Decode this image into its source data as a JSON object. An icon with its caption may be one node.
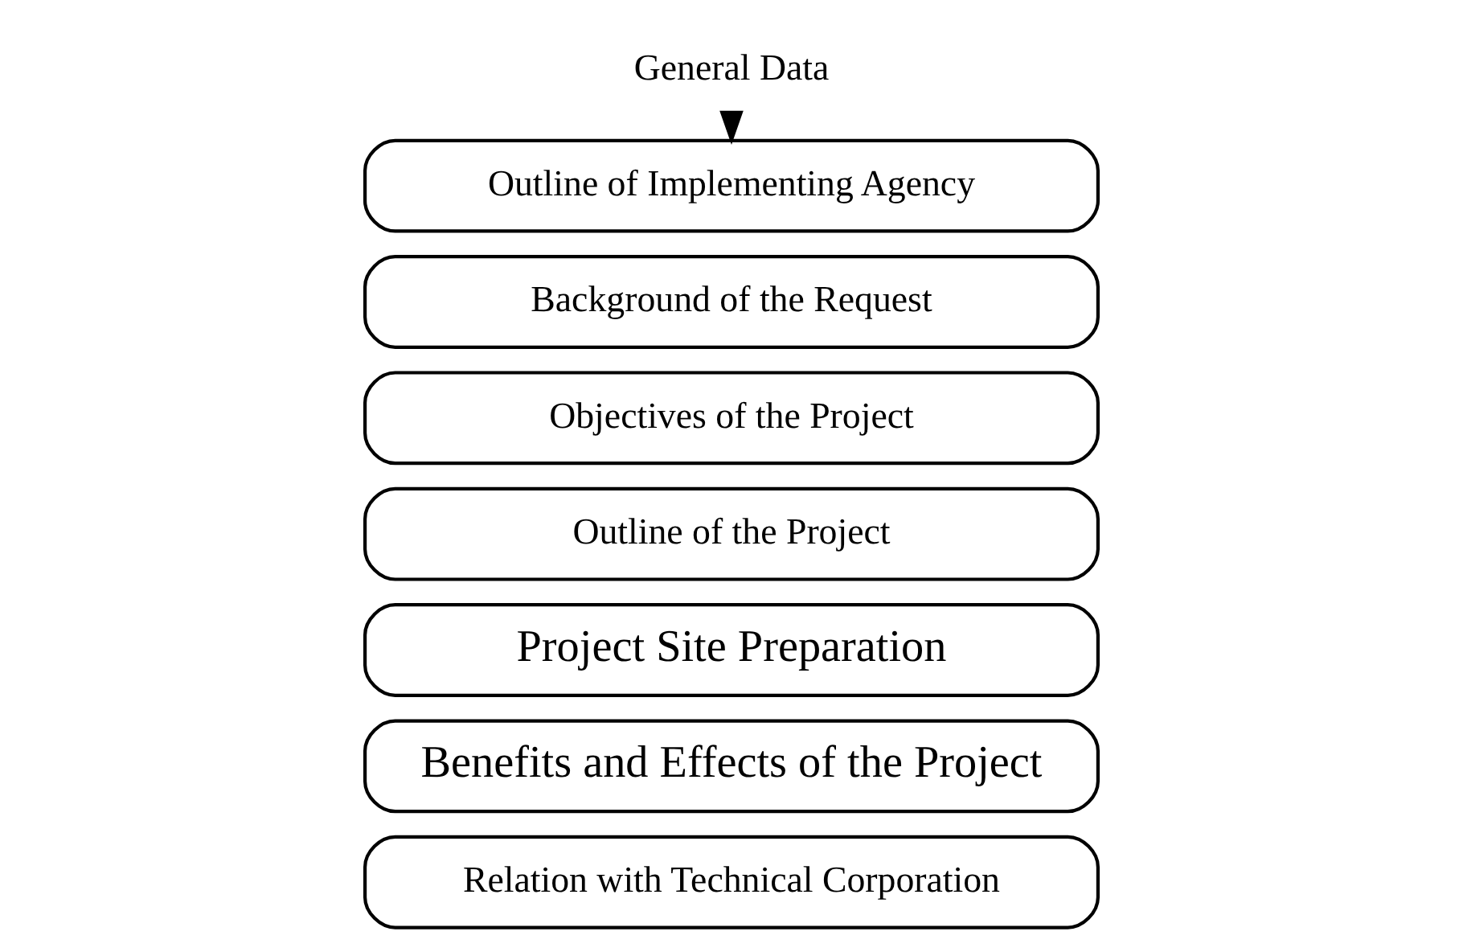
{
  "diagram": {
    "nodes": [
      {
        "text": [
          "General Data"
        ]
      },
      {
        "text": [
          "Outline of Implementing Agency"
        ]
      },
      {
        "text": [
          "Background of the Request"
        ]
      },
      {
        "text": [
          "Objectives of the Project"
        ]
      },
      {
        "text": [
          "Outline of the Project"
        ]
      },
      {
        "text": [
          "Project Site Preparation"
        ]
      },
      {
        "text": [
          "Benefits and Effects of the Project"
        ]
      },
      {
        "text": [
          "Relation with Technical Corporation"
        ]
      }
    ],
    "edges": [
      {
        "from": 0,
        "to": 1,
        "arrow": "to"
      }
    ]
  }
}
